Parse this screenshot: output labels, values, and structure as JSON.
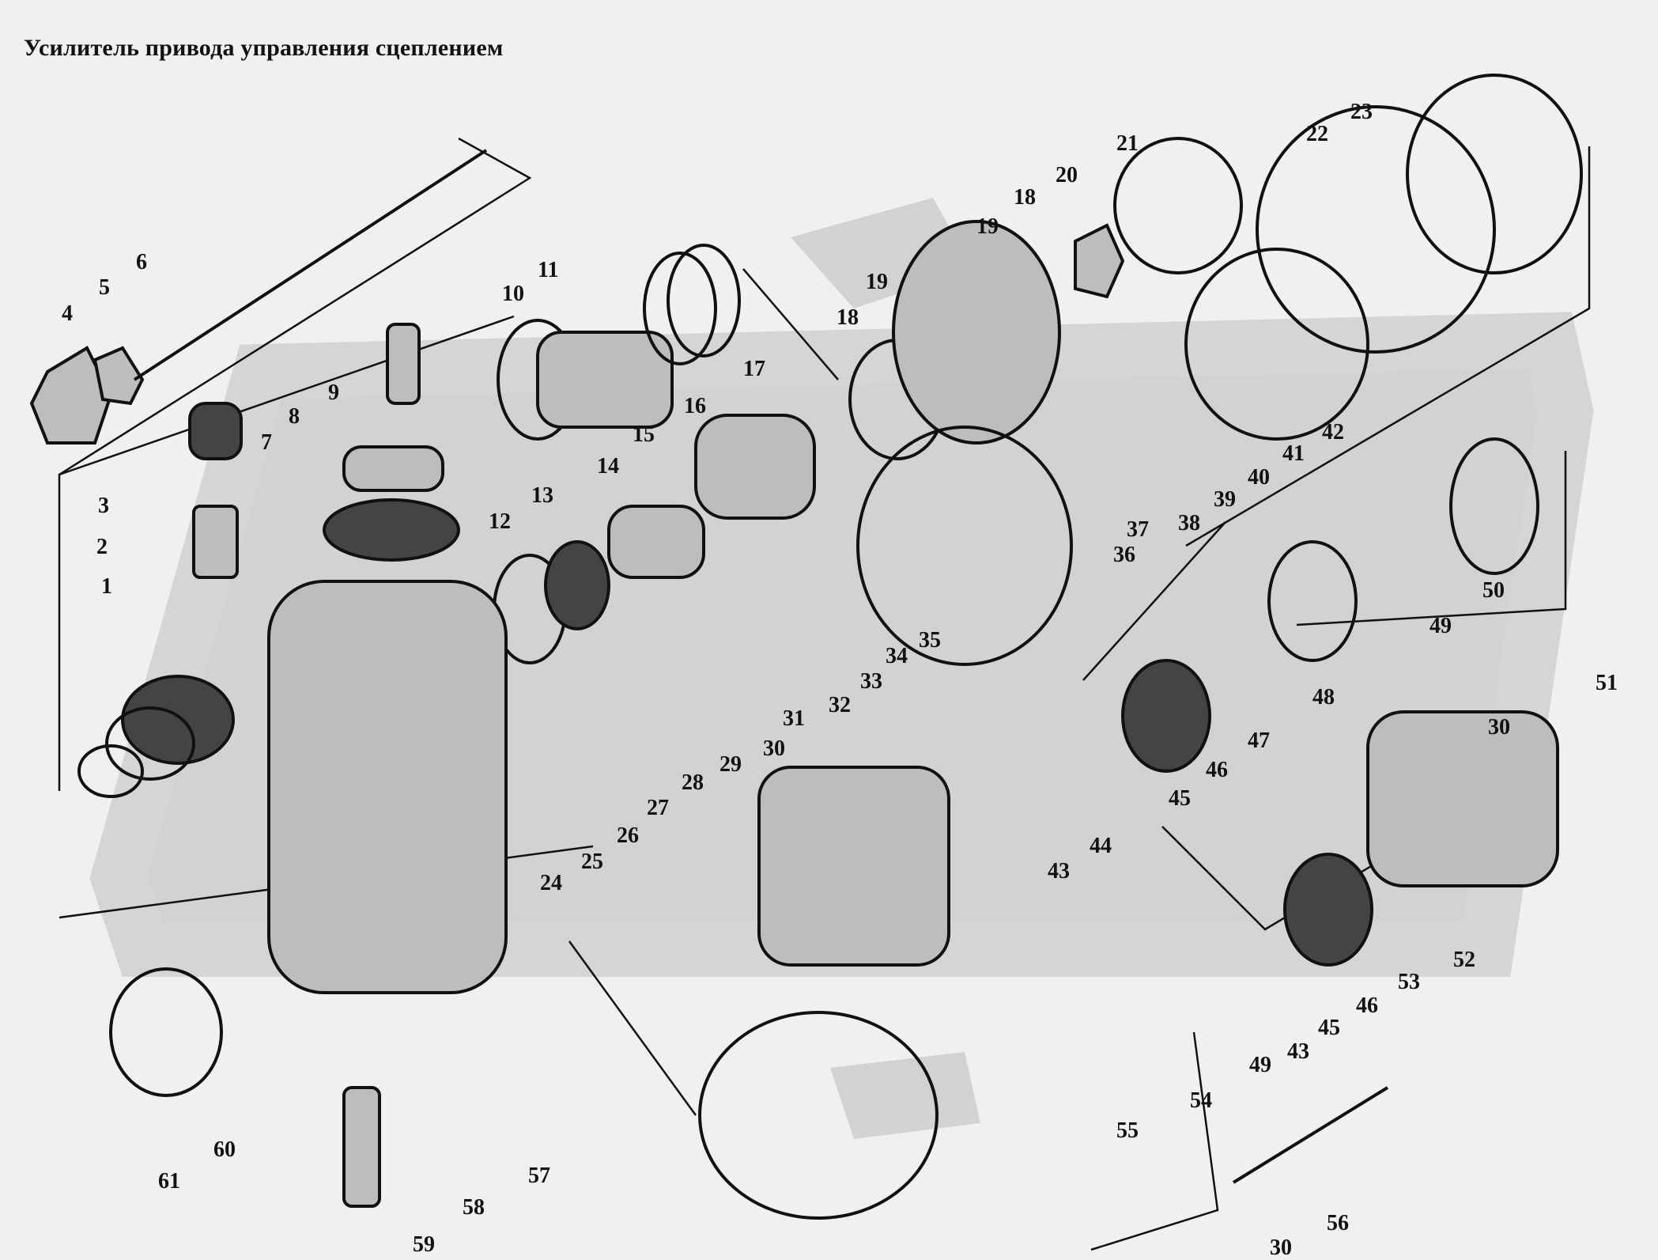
{
  "title": "Усилитель привода управления сцеплением",
  "colors": {
    "background": "#f0f0ee",
    "ink": "#111111",
    "watermark": "#cfcfcf"
  },
  "callouts": [
    {
      "id": "c1",
      "label": "1"
    },
    {
      "id": "c2",
      "label": "2"
    },
    {
      "id": "c3",
      "label": "3"
    },
    {
      "id": "c4",
      "label": "4"
    },
    {
      "id": "c5",
      "label": "5"
    },
    {
      "id": "c6",
      "label": "6"
    },
    {
      "id": "c7",
      "label": "7"
    },
    {
      "id": "c8",
      "label": "8"
    },
    {
      "id": "c9",
      "label": "9"
    },
    {
      "id": "c10",
      "label": "10"
    },
    {
      "id": "c11",
      "label": "11"
    },
    {
      "id": "c12",
      "label": "12"
    },
    {
      "id": "c13",
      "label": "13"
    },
    {
      "id": "c14",
      "label": "14"
    },
    {
      "id": "c15",
      "label": "15"
    },
    {
      "id": "c16",
      "label": "16"
    },
    {
      "id": "c17",
      "label": "17"
    },
    {
      "id": "c18a",
      "label": "18"
    },
    {
      "id": "c18b",
      "label": "18"
    },
    {
      "id": "c19a",
      "label": "19"
    },
    {
      "id": "c19b",
      "label": "19"
    },
    {
      "id": "c20",
      "label": "20"
    },
    {
      "id": "c21",
      "label": "21"
    },
    {
      "id": "c22",
      "label": "22"
    },
    {
      "id": "c23",
      "label": "23"
    },
    {
      "id": "c24",
      "label": "24"
    },
    {
      "id": "c25",
      "label": "25"
    },
    {
      "id": "c26",
      "label": "26"
    },
    {
      "id": "c27",
      "label": "27"
    },
    {
      "id": "c28",
      "label": "28"
    },
    {
      "id": "c29",
      "label": "29"
    },
    {
      "id": "c30a",
      "label": "30"
    },
    {
      "id": "c30b",
      "label": "30"
    },
    {
      "id": "c30c",
      "label": "30"
    },
    {
      "id": "c31",
      "label": "31"
    },
    {
      "id": "c32",
      "label": "32"
    },
    {
      "id": "c33",
      "label": "33"
    },
    {
      "id": "c34",
      "label": "34"
    },
    {
      "id": "c35",
      "label": "35"
    },
    {
      "id": "c36",
      "label": "36"
    },
    {
      "id": "c37",
      "label": "37"
    },
    {
      "id": "c38",
      "label": "38"
    },
    {
      "id": "c39",
      "label": "39"
    },
    {
      "id": "c40",
      "label": "40"
    },
    {
      "id": "c41",
      "label": "41"
    },
    {
      "id": "c42",
      "label": "42"
    },
    {
      "id": "c43a",
      "label": "43"
    },
    {
      "id": "c43b",
      "label": "43"
    },
    {
      "id": "c44",
      "label": "44"
    },
    {
      "id": "c45a",
      "label": "45"
    },
    {
      "id": "c45b",
      "label": "45"
    },
    {
      "id": "c46a",
      "label": "46"
    },
    {
      "id": "c46b",
      "label": "46"
    },
    {
      "id": "c47",
      "label": "47"
    },
    {
      "id": "c48",
      "label": "48"
    },
    {
      "id": "c49a",
      "label": "49"
    },
    {
      "id": "c49b",
      "label": "49"
    },
    {
      "id": "c50",
      "label": "50"
    },
    {
      "id": "c51",
      "label": "51"
    },
    {
      "id": "c52",
      "label": "52"
    },
    {
      "id": "c53",
      "label": "53"
    },
    {
      "id": "c54",
      "label": "54"
    },
    {
      "id": "c55",
      "label": "55"
    },
    {
      "id": "c56",
      "label": "56"
    },
    {
      "id": "c57",
      "label": "57"
    },
    {
      "id": "c58",
      "label": "58"
    },
    {
      "id": "c59",
      "label": "59"
    },
    {
      "id": "c60",
      "label": "60"
    },
    {
      "id": "c61",
      "label": "61"
    }
  ]
}
